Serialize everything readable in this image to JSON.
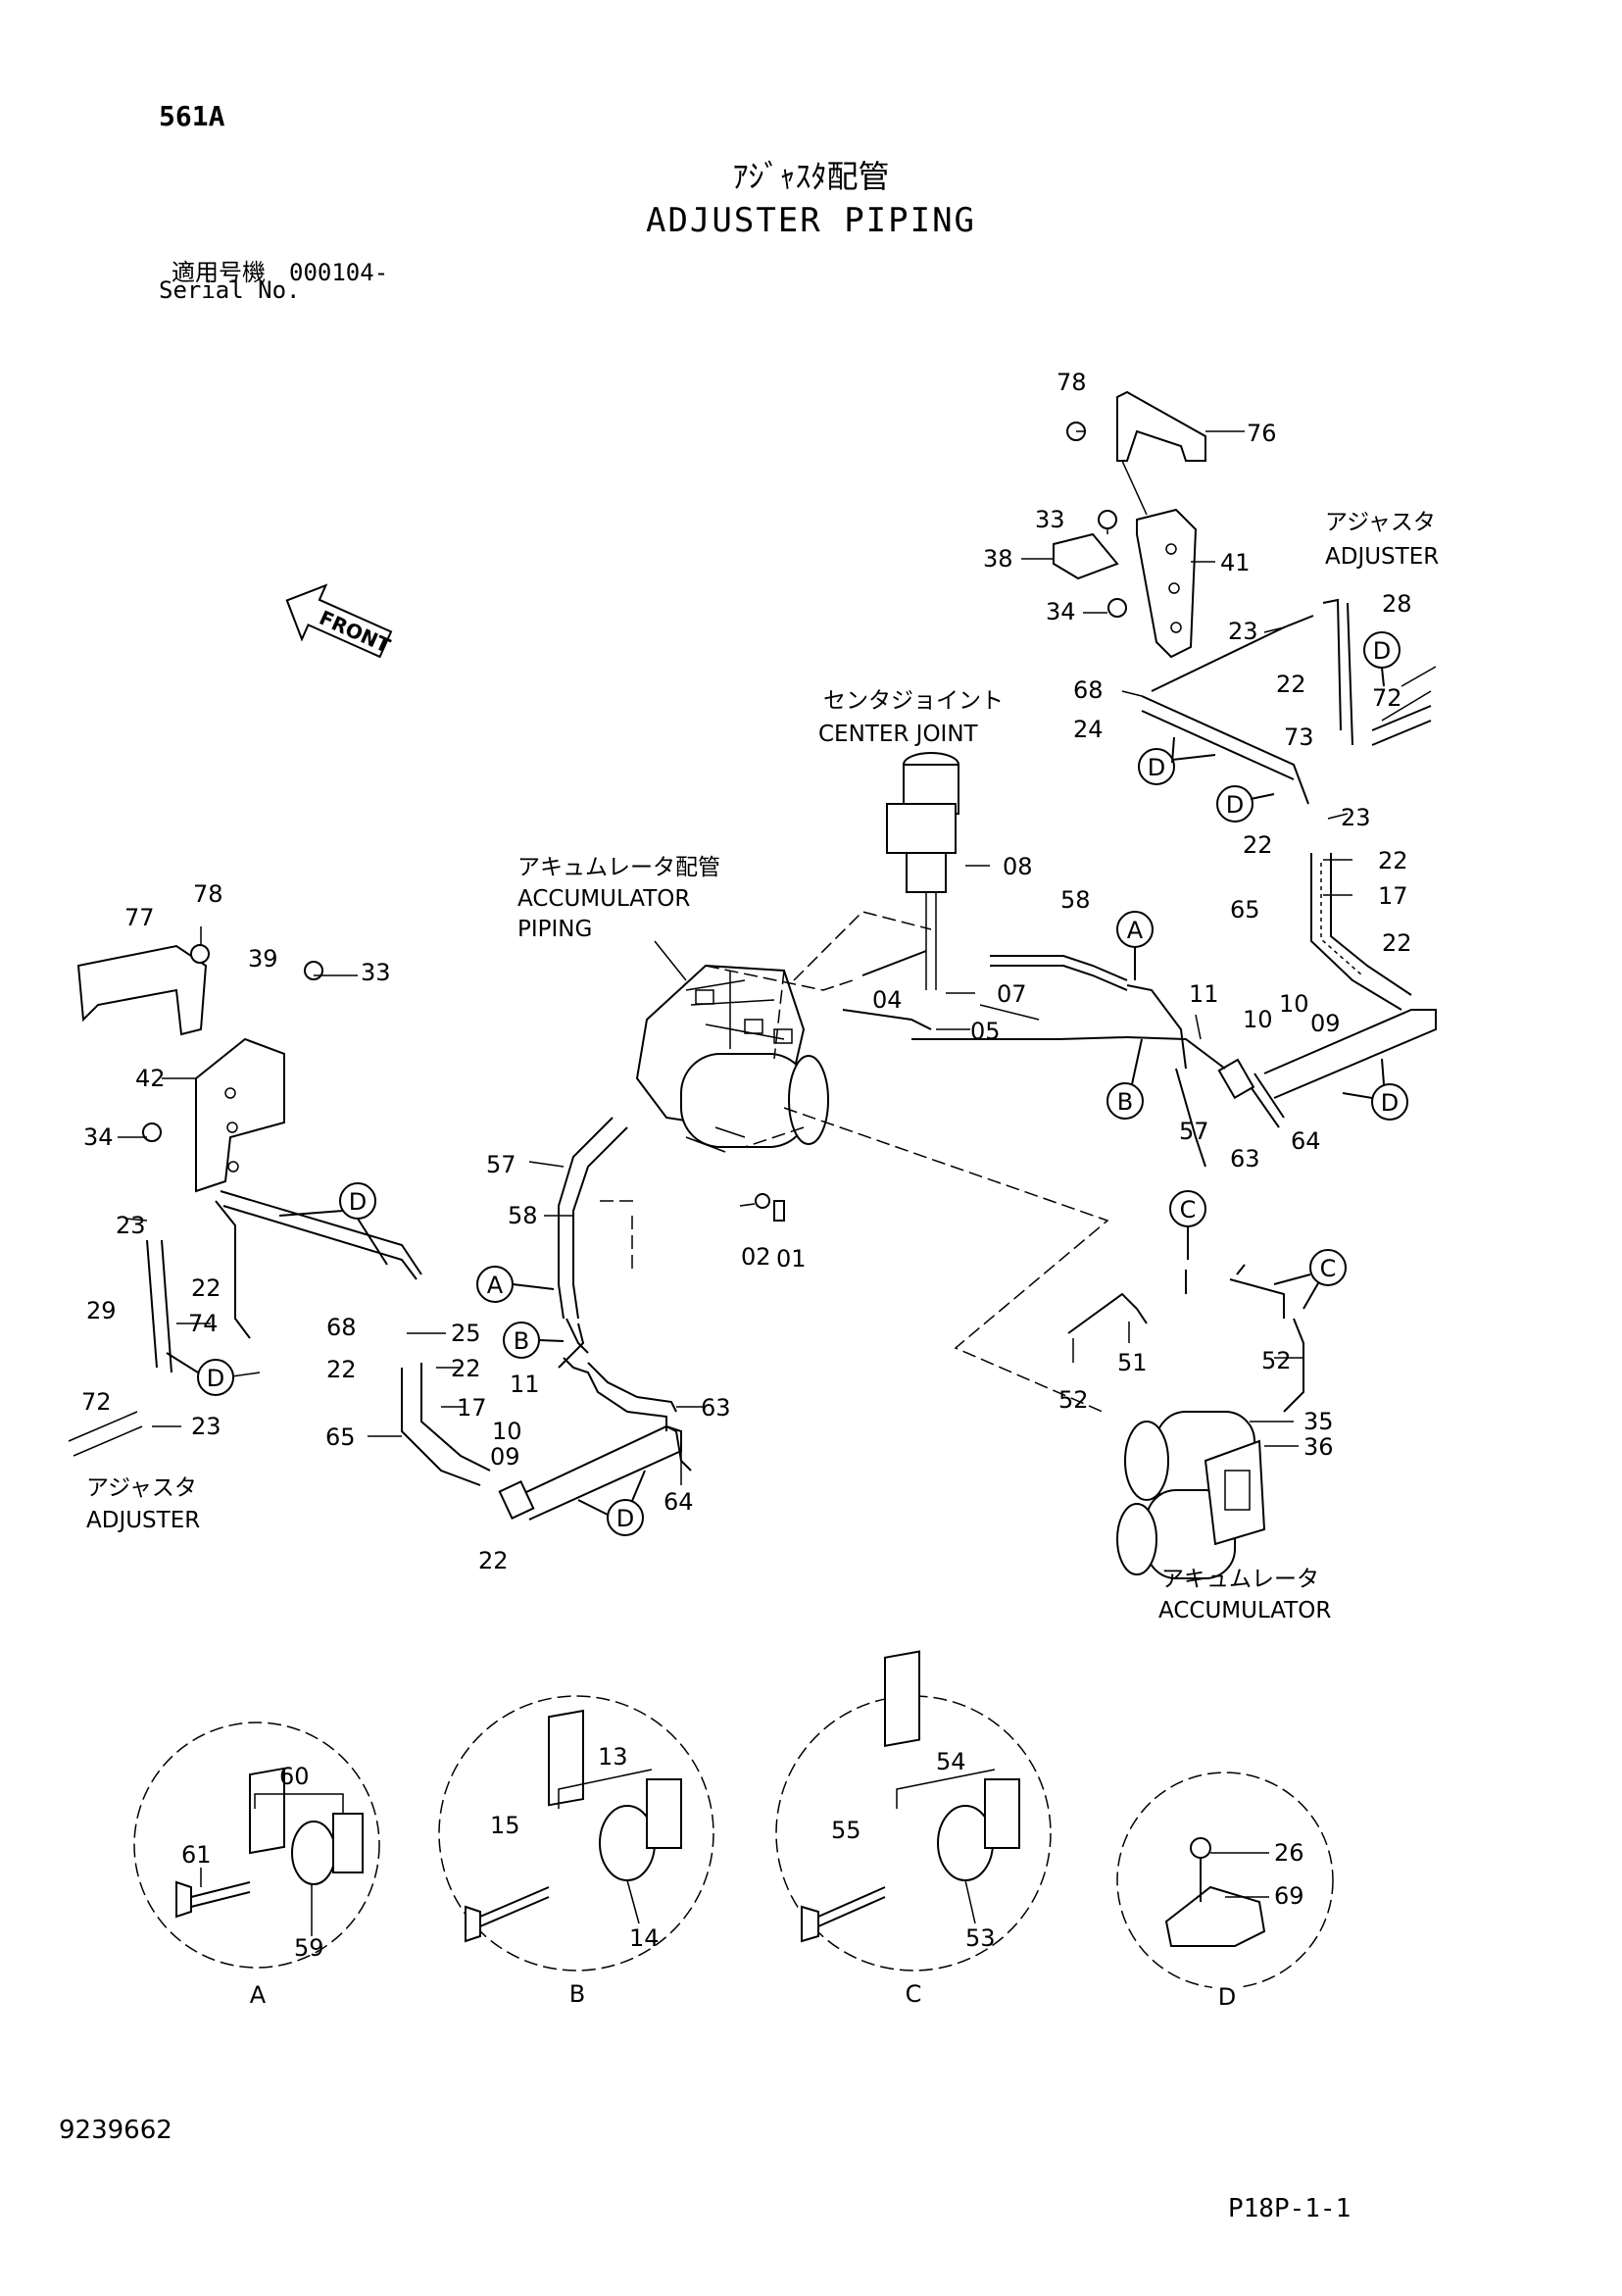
{
  "header": {
    "page_code": "561A",
    "title_jp": "ｱｼﾞｬｽﾀ配管",
    "title_en": "ADJUSTER PIPING",
    "serial_jp": "適用号機　000104-",
    "serial_en": "Serial No."
  },
  "front_label": "FRONT",
  "callouts": [
    {
      "text": "78"
    },
    {
      "text": "76"
    },
    {
      "text": "33"
    },
    {
      "text": "38"
    },
    {
      "text": "41"
    },
    {
      "text": "34"
    },
    {
      "text": "23"
    },
    {
      "text": "22"
    },
    {
      "text": "28"
    },
    {
      "text": "72"
    },
    {
      "text": "68"
    },
    {
      "text": "24"
    },
    {
      "text": "73"
    },
    {
      "text": "23"
    },
    {
      "text": "22"
    },
    {
      "text": "22"
    },
    {
      "text": "17"
    },
    {
      "text": "65"
    },
    {
      "text": "22"
    },
    {
      "text": "08"
    },
    {
      "text": "58"
    },
    {
      "text": "07"
    },
    {
      "text": "04"
    },
    {
      "text": "05"
    },
    {
      "text": "11"
    },
    {
      "text": "10"
    },
    {
      "text": "10"
    },
    {
      "text": "09"
    },
    {
      "text": "57"
    },
    {
      "text": "63"
    },
    {
      "text": "64"
    },
    {
      "text": "77"
    },
    {
      "text": "78"
    },
    {
      "text": "39"
    },
    {
      "text": "33"
    },
    {
      "text": "42"
    },
    {
      "text": "34"
    },
    {
      "text": "57"
    },
    {
      "text": "58"
    },
    {
      "text": "02"
    },
    {
      "text": "01"
    },
    {
      "text": "23"
    },
    {
      "text": "22"
    },
    {
      "text": "29"
    },
    {
      "text": "74"
    },
    {
      "text": "68"
    },
    {
      "text": "25"
    },
    {
      "text": "22"
    },
    {
      "text": "22"
    },
    {
      "text": "11"
    },
    {
      "text": "17"
    },
    {
      "text": "10"
    },
    {
      "text": "09"
    },
    {
      "text": "63"
    },
    {
      "text": "65"
    },
    {
      "text": "64"
    },
    {
      "text": "72"
    },
    {
      "text": "23"
    },
    {
      "text": "22"
    },
    {
      "text": "52"
    },
    {
      "text": "51"
    },
    {
      "text": "52"
    },
    {
      "text": "35"
    },
    {
      "text": "36"
    }
  ],
  "ref_circles": [
    "D",
    "D",
    "D",
    "D",
    "A",
    "B",
    "D",
    "D",
    "D",
    "A",
    "B",
    "C",
    "C"
  ],
  "component_labels": [
    {
      "jp": "アジャスタ",
      "en": "ADJUSTER"
    },
    {
      "jp": "センタジョイント",
      "en": "CENTER JOINT"
    },
    {
      "jp": "アキュムレータ配管",
      "en": "ACCUMULATOR PIPING",
      "en1": "ACCUMULATOR",
      "en2": "PIPING"
    },
    {
      "jp": "アジャスタ",
      "en": "ADJUSTER"
    },
    {
      "jp": "アキュムレータ",
      "en": "ACCUMULATOR"
    }
  ],
  "details": [
    {
      "letter": "A",
      "parts": [
        "60",
        "61",
        "59"
      ]
    },
    {
      "letter": "B",
      "parts": [
        "13",
        "15",
        "14"
      ]
    },
    {
      "letter": "C",
      "parts": [
        "54",
        "55",
        "53"
      ]
    },
    {
      "letter": "D",
      "parts": [
        "26",
        "69"
      ]
    }
  ],
  "footer": {
    "doc_no": "9239662",
    "page_ref": "P18P-1-1"
  }
}
